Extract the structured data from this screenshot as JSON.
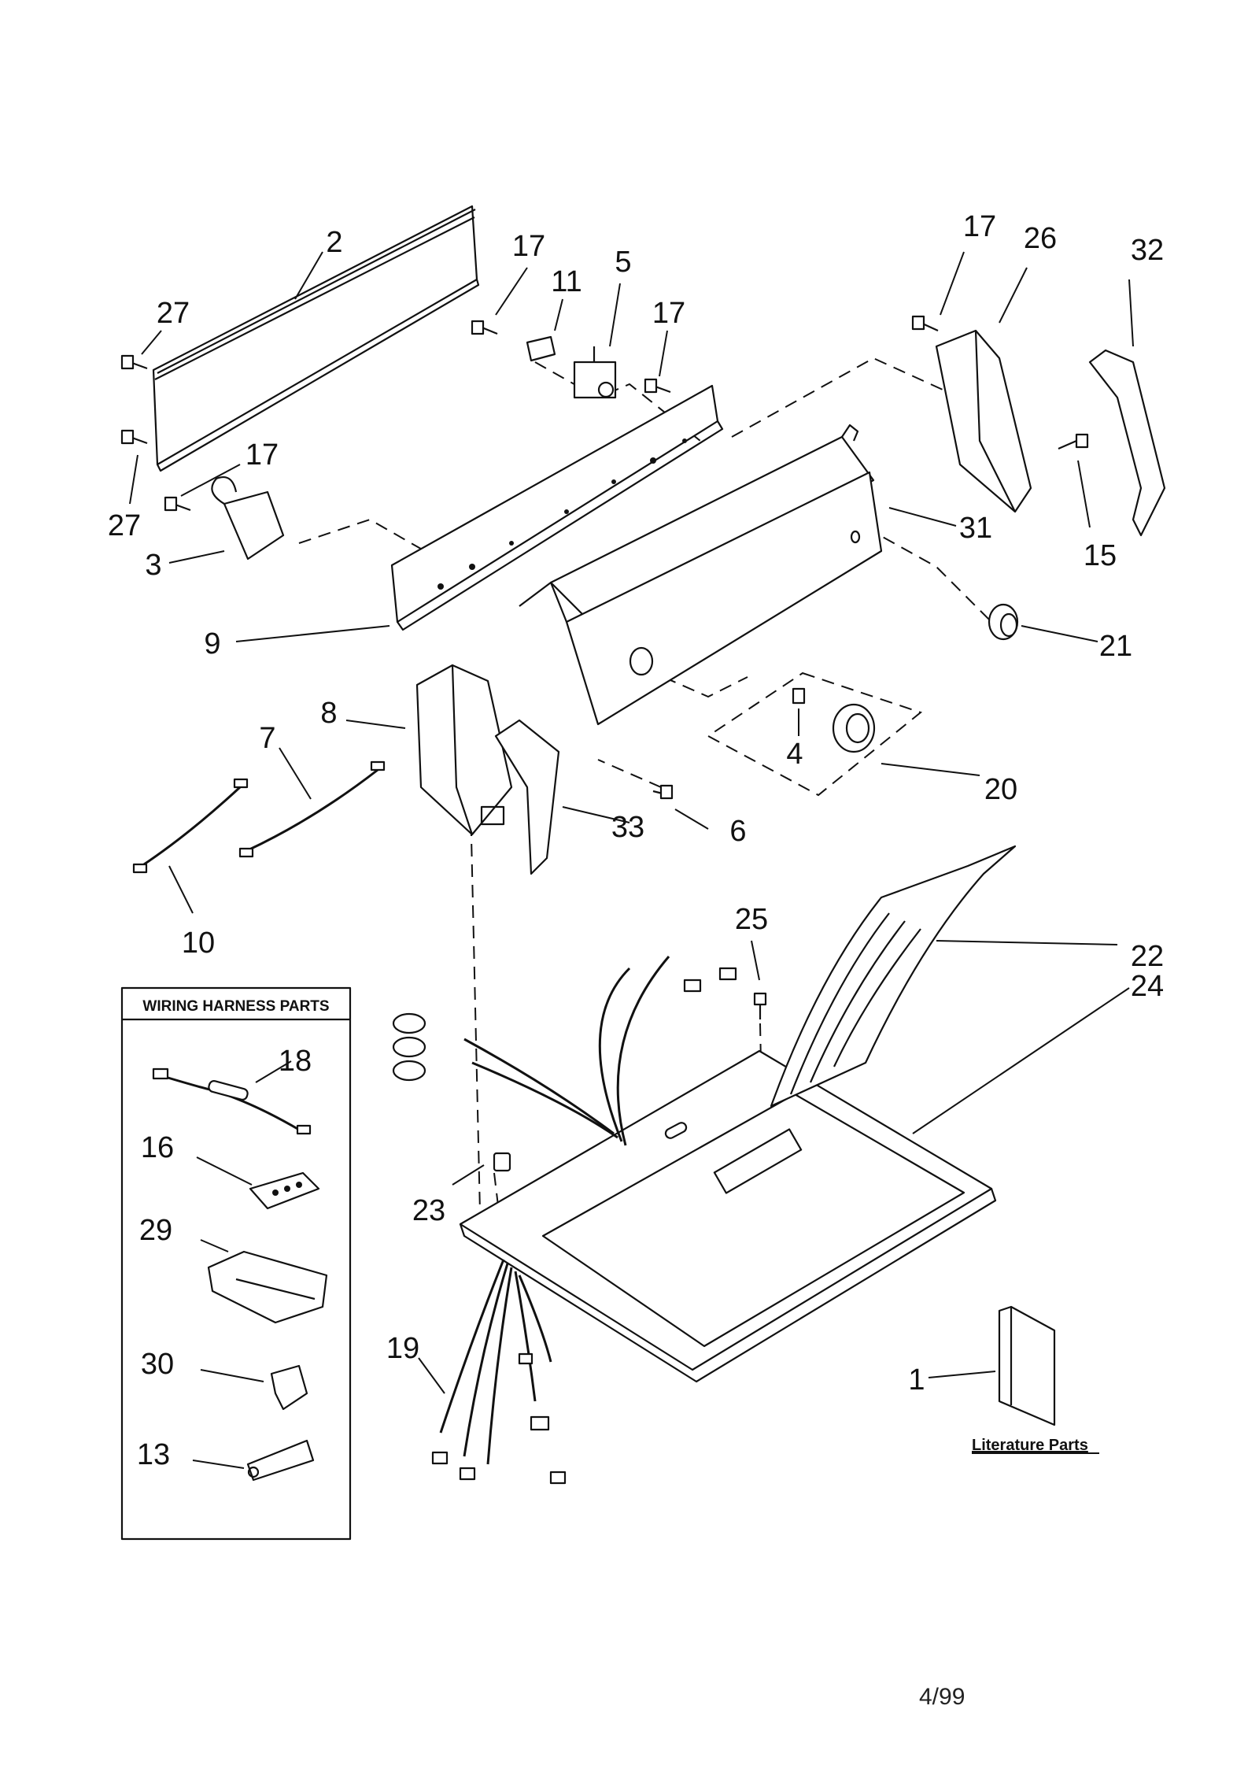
{
  "callouts": {
    "c1": "1",
    "c2": "2",
    "c3": "3",
    "c4": "4",
    "c5": "5",
    "c6": "6",
    "c7": "7",
    "c8": "8",
    "c9": "9",
    "c10": "10",
    "c11": "11",
    "c13": "13",
    "c15": "15",
    "c16": "16",
    "c17": "17",
    "c18": "18",
    "c19": "19",
    "c20": "20",
    "c21": "21",
    "c22": "22",
    "c23": "23",
    "c24": "24",
    "c25": "25",
    "c26": "26",
    "c27": "27",
    "c29": "29",
    "c30": "30",
    "c31": "31",
    "c32": "32",
    "c33": "33"
  },
  "wiring_box": {
    "title": "WIRING HARNESS PARTS"
  },
  "literature": {
    "label": "Literature Parts"
  },
  "footer": {
    "date": "4/99"
  },
  "colors": {
    "ink": "#111111",
    "paper": "#ffffff"
  }
}
